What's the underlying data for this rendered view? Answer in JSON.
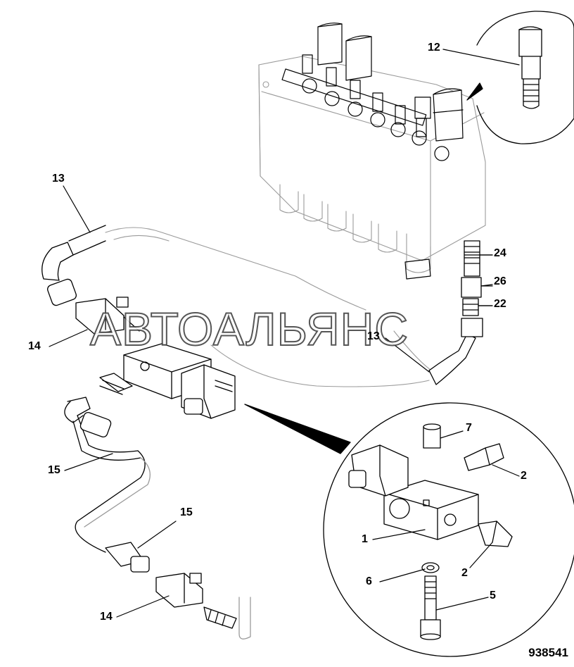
{
  "figure_number": "938541",
  "watermark": "АВТОАЛЬЯНС",
  "callouts": {
    "c12": "12",
    "c13a": "13",
    "c13b": "13",
    "c14a": "14",
    "c14b": "14",
    "c15a": "15",
    "c15b": "15",
    "c24": "24",
    "c26": "26",
    "c22": "22",
    "c7": "7",
    "c2a": "2",
    "c2b": "2",
    "c1": "1",
    "c6": "6",
    "c5": "5"
  }
}
